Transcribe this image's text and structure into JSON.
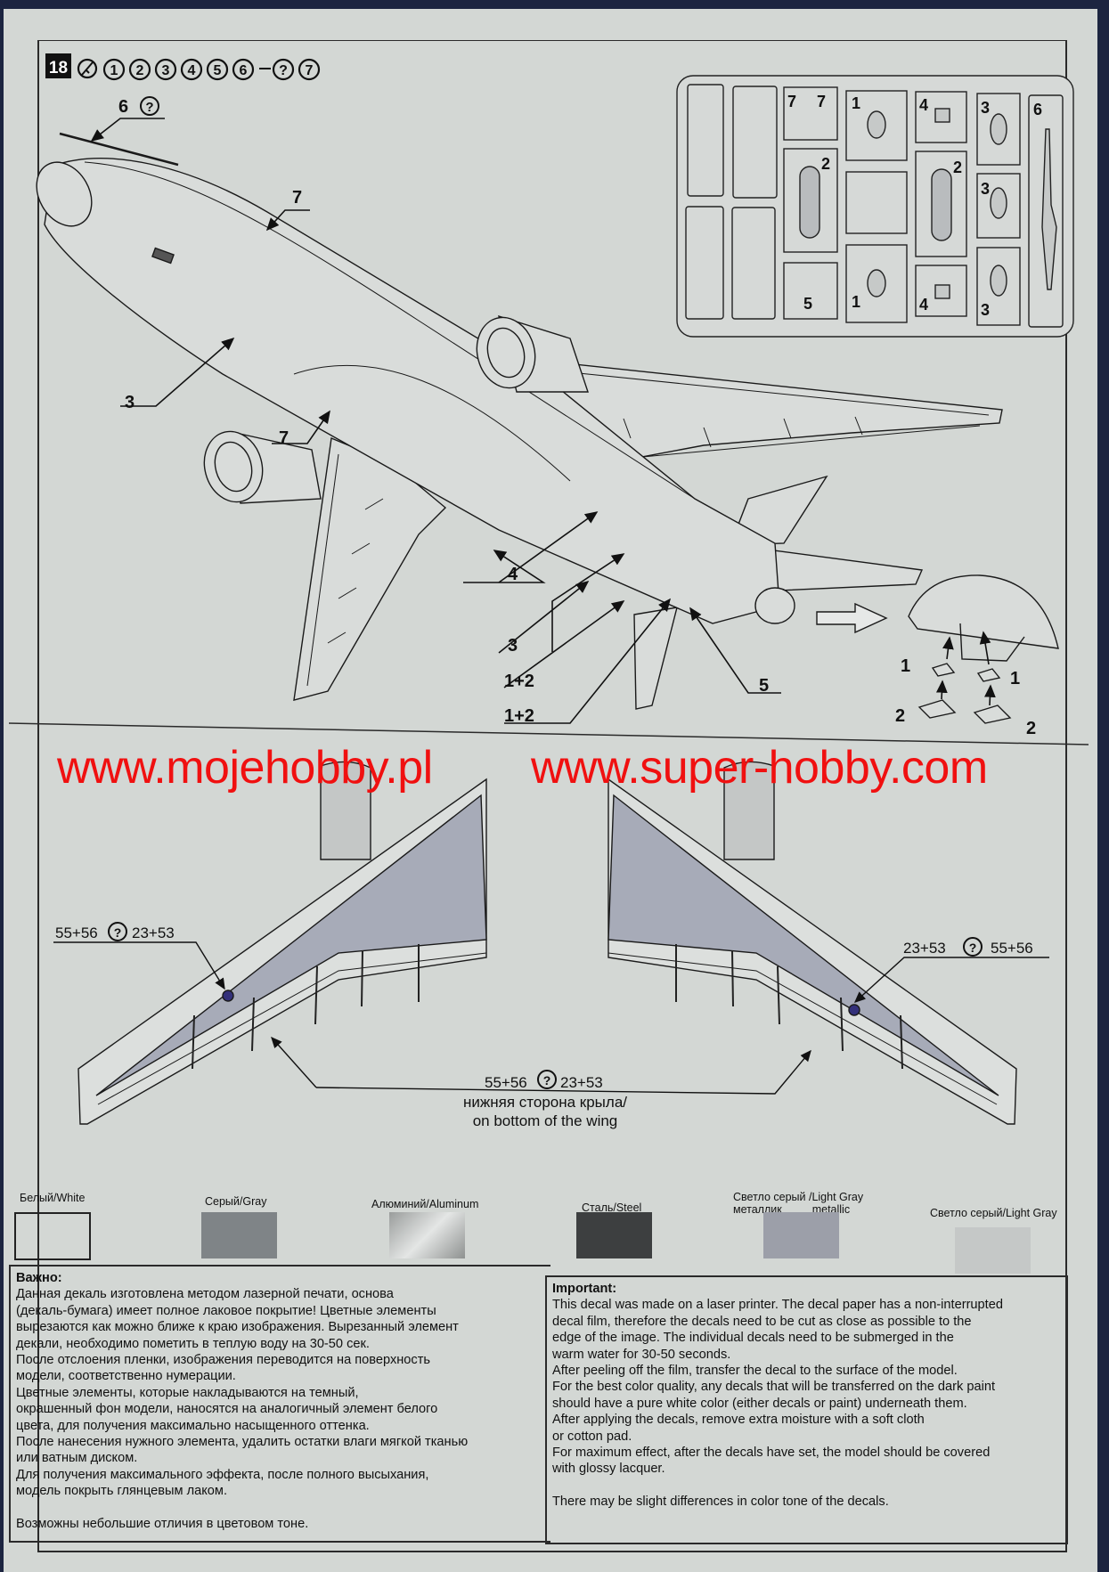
{
  "step": {
    "number": "18",
    "tool_icon": "knife-icon",
    "parts": [
      "1",
      "2",
      "3",
      "4",
      "5",
      "6",
      "?",
      "7"
    ],
    "connector": "—"
  },
  "callouts": {
    "top_6": "6",
    "top_6_symbol": "?",
    "fuselage_7": "7",
    "belly_3": "3",
    "wingroot_7": "7",
    "rear_4": "4",
    "rear_3": "3",
    "rear_1_2_a": "1+2",
    "rear_1_2_b": "1+2",
    "rear_5": "5",
    "detail_1_left": "1",
    "detail_1_right": "1",
    "detail_2_left": "2",
    "detail_2_right": "2"
  },
  "sprue": {
    "labels": [
      "7",
      "7",
      "1",
      "4",
      "3",
      "6",
      "2",
      "2",
      "3",
      "5",
      "1",
      "4",
      "3"
    ]
  },
  "watermarks": [
    "www.mojehobby.pl",
    "www.super-hobby.com"
  ],
  "wings": {
    "left_label": {
      "a": "55+56",
      "symbol": "?",
      "b": "23+53"
    },
    "right_label": {
      "a": "23+53",
      "symbol": "?",
      "b": "55+56"
    },
    "bottom_label": {
      "a": "55+56",
      "symbol": "?",
      "b": "23+53",
      "line1": "нижняя сторона крыла/",
      "line2": "on bottom of the wing"
    }
  },
  "colors": [
    {
      "label": "Белый/White",
      "hex": "#e3e6e4"
    },
    {
      "label": "Серый/Gray",
      "hex": "#7f8487"
    },
    {
      "label": "Алюминий/Aluminum",
      "hex": "#c2c5c4"
    },
    {
      "label": "Сталь/Steel",
      "hex": "#3d3f40"
    },
    {
      "label": "Светло серый /Light Gray",
      "label2_ru": "металлик",
      "label2_en": "metallic",
      "hex": "#9c9fa9"
    },
    {
      "label": "Светло серый/Light Gray",
      "hex": "#c5c8c7"
    }
  ],
  "notes_ru": {
    "title": "Важно:",
    "lines": [
      "Данная декаль изготовлена методом лазерной печати, основа",
      "(декаль-бумага) имеет полное лаковое покрытие!  Цветные элементы",
      "вырезаются как можно ближе к краю изображения. Вырезанный элемент",
      "декали, необходимо пометить в теплую воду на 30-50 сек.",
      "После отслоения пленки, изображения переводится на поверхность",
      "модели, соответственно нумерации.",
      "Цветные элементы, которые накладываются на темный,",
      "окрашенный фон модели, наносятся на аналогичный элемент белого",
      "цвета, для получения максимально насыщенного оттенка.",
      "После нанесения нужного элемента, удалить остатки влаги мягкой тканью",
      "или ватным диском.",
      "Для получения максимального эффекта, после полного высыхания,",
      "модель покрыть глянцевым лаком."
    ],
    "footer": "Возможны небольшие отличия в цветовом тоне."
  },
  "notes_en": {
    "title": "Important:",
    "lines": [
      "This decal was made on a laser printer. The decal paper has a non-interrupted",
      "decal film, therefore the decals need to be cut as close as possible to the",
      "edge of the image. The individual decals need to be submerged in the",
      "warm water for 30-50 seconds.",
      "After peeling off the film, transfer the decal to the surface of the model.",
      "For the best color quality, any decals that will be transferred on the dark paint",
      "should have a pure white color (either decals or paint) underneath them.",
      "After applying the decals, remove extra moisture with a soft cloth",
      "or cotton pad.",
      "For maximum effect, after the decals have set, the model should be covered",
      "with glossy lacquer."
    ],
    "footer": "There may be slight differences in color tone of the decals."
  }
}
